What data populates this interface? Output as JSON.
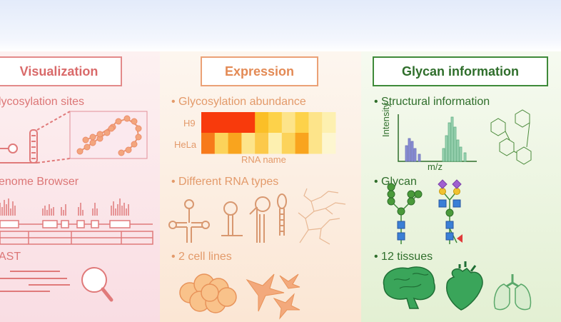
{
  "visualization": {
    "title": "Visualization",
    "items": [
      "lycosylation sites",
      "enome Browser",
      "AST"
    ]
  },
  "expression": {
    "title": "Expression",
    "items": [
      "Glycosylation abundance",
      "Different RNA types",
      "2 cell lines"
    ],
    "heatmap": {
      "rows": [
        "H9",
        "HeLa"
      ],
      "xlabel": "RNA name"
    }
  },
  "glycan": {
    "title": "Glycan information",
    "items": [
      "Structural information",
      "Glycan",
      "12 tissues"
    ],
    "spectrum": {
      "ylabel": "Intensity",
      "xlabel": "m/z"
    }
  },
  "colors": {
    "pink_accent": "#dc7676",
    "orange_accent": "#e38a55",
    "green_accent": "#2f6e2b",
    "heatmap_low": "#fdf3c4",
    "heatmap_high": "#f83a0c"
  },
  "icons": [
    "rna-hairpin-icon",
    "genome-track-icon",
    "magnifier-icon",
    "cell-cluster-icon",
    "fibroblast-icon",
    "mass-spectrum-icon",
    "glycan-structure-icon",
    "brain-icon",
    "heart-icon",
    "lung-icon"
  ]
}
